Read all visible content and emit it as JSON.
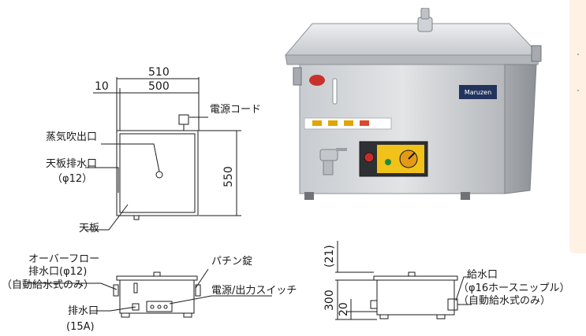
{
  "dimensions": {
    "width_total": "510",
    "width_inner": "500",
    "offset": "10",
    "depth": "550",
    "height_total": "300",
    "height_top": "(21)",
    "height_bottom": "20"
  },
  "labels": {
    "power_cord": "電源コード",
    "steam_outlet": "蒸気吹出口",
    "top_drain_line1": "天板排水口",
    "top_drain_line2": "（φ12）",
    "top_plate": "天板",
    "overflow_line1": "オーバーフロー",
    "overflow_line2": "排水口(φ12)",
    "overflow_line3": "（自動給水式のみ）",
    "latch": "パチン錠",
    "power_switch": "電源/出力スイッチ",
    "drain_line1": "排水口",
    "drain_line2": "(15A)",
    "water_inlet_line1": "給水口",
    "water_inlet_line2": "（φ16ホースニップル）",
    "water_inlet_line3": "（自動給水式のみ）"
  },
  "product": {
    "brand": "Maruzen"
  },
  "colors": {
    "line": "#1a1a1a",
    "steel_light": "#d8dadd",
    "steel_dark": "#8e9196",
    "control_panel": "#f0c21a",
    "side_panel": "#fff1e4"
  }
}
